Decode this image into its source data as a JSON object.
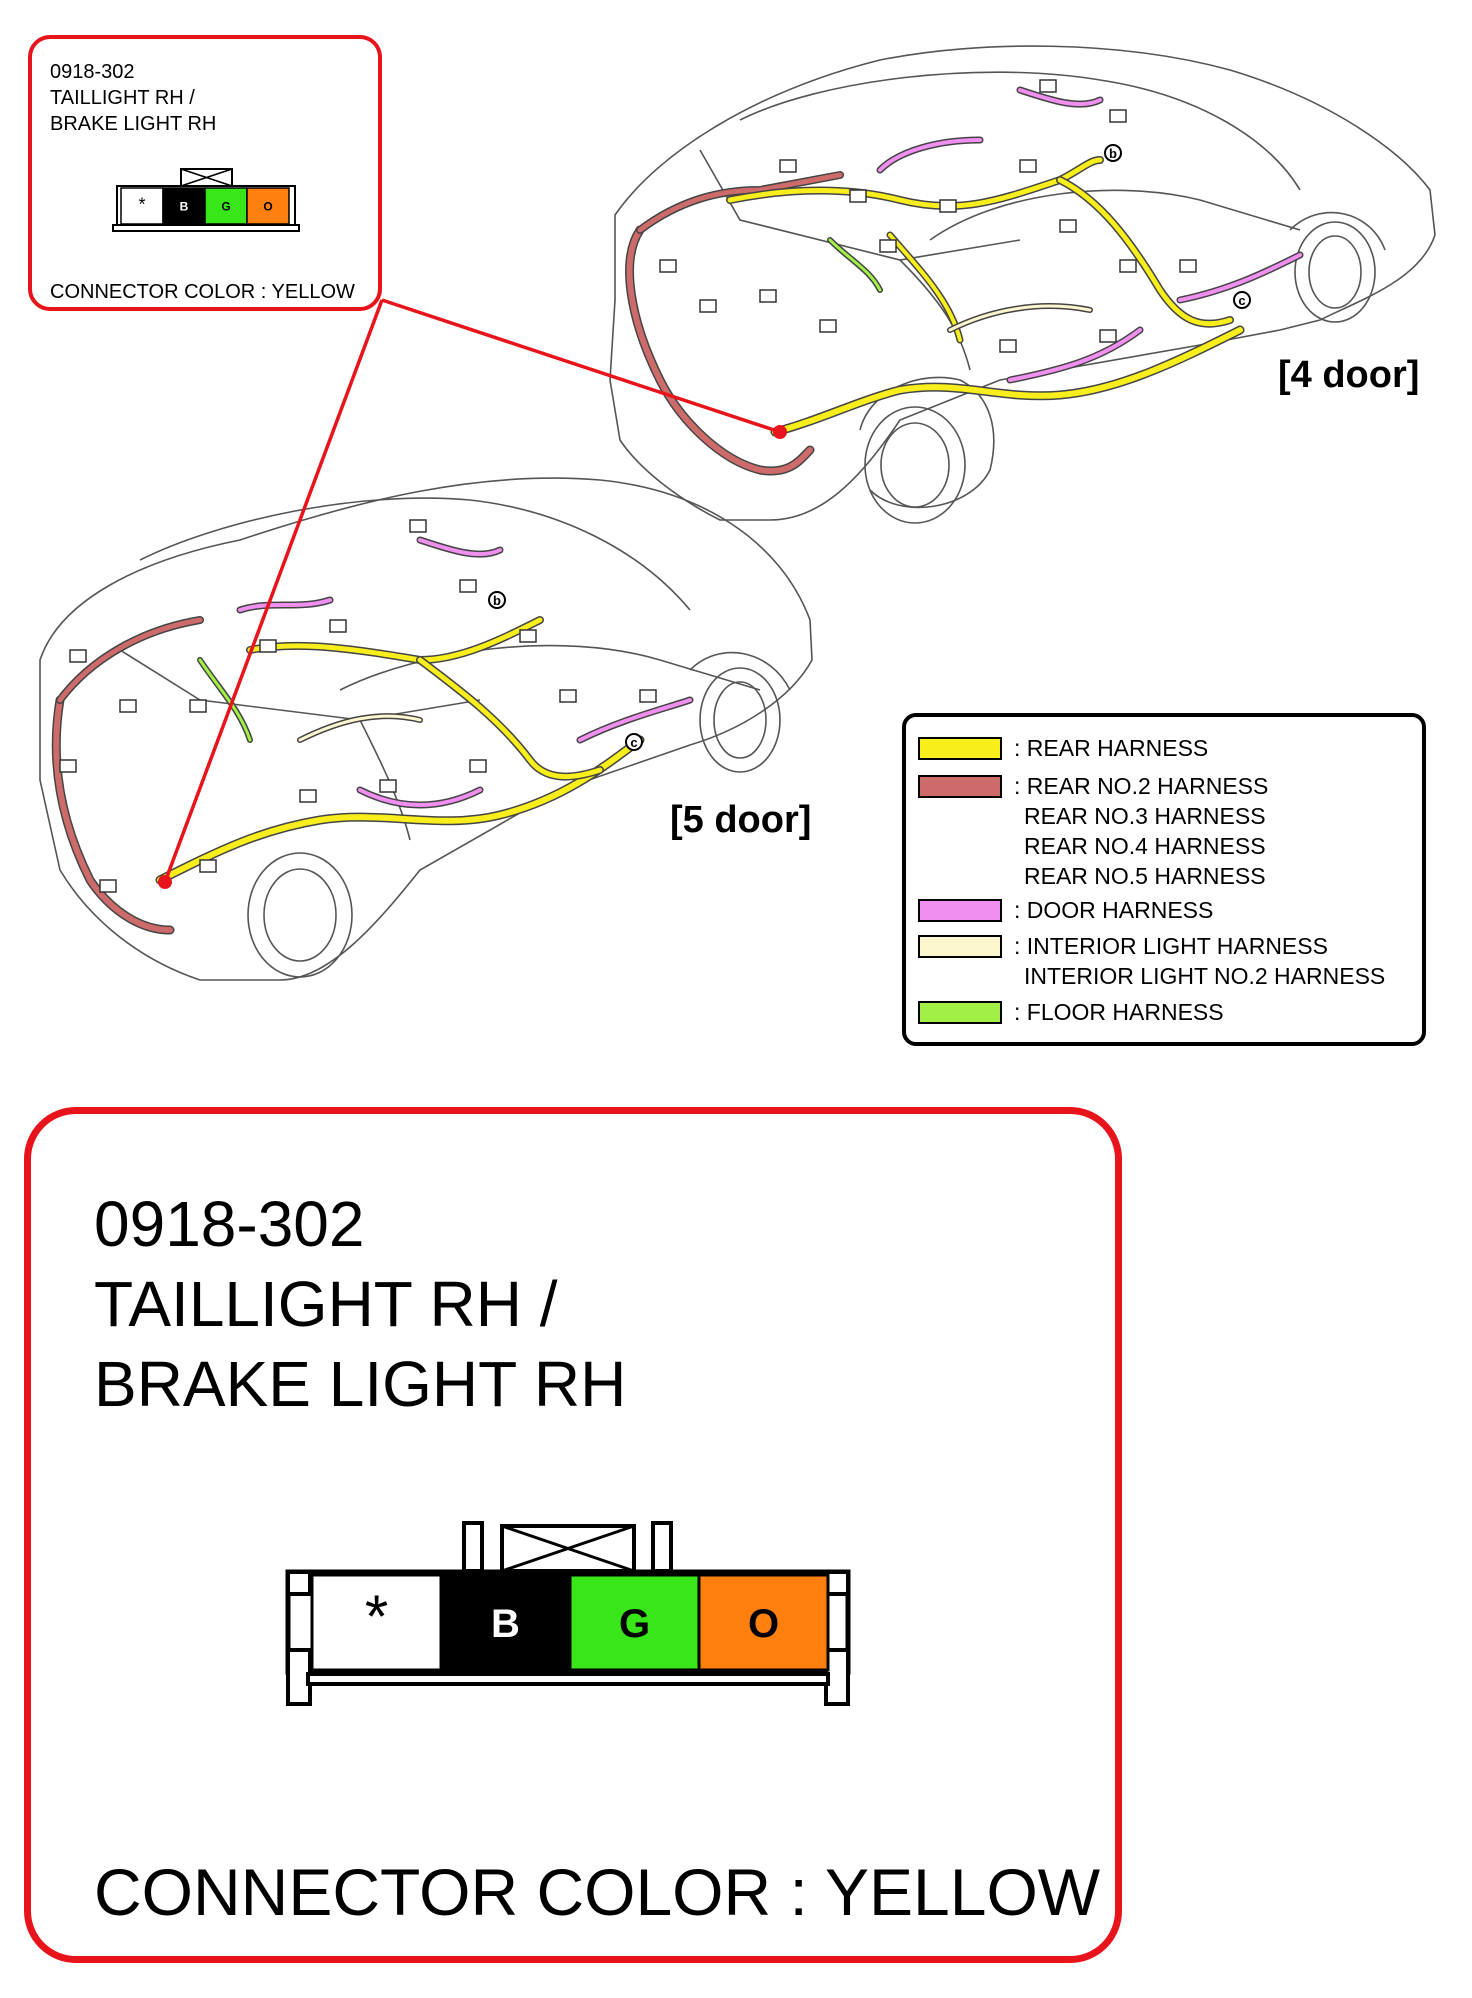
{
  "callout": {
    "code": "0918-302",
    "title_line1": "TAILLIGHT RH /",
    "title_line2": "BRAKE LIGHT RH",
    "connector_color": "CONNECTOR COLOR : YELLOW"
  },
  "connector": {
    "pins": [
      {
        "label": "*",
        "color": "#ffffff",
        "text_color": "#000000"
      },
      {
        "label": "B",
        "color": "#000000",
        "text_color": "#ffffff"
      },
      {
        "label": "G",
        "color": "#39e61a",
        "text_color": "#000000"
      },
      {
        "label": "O",
        "color": "#ff7f0f",
        "text_color": "#000000"
      }
    ]
  },
  "views": {
    "four_door": "[4 door]",
    "five_door": "[5 door]",
    "marker_b": "b",
    "marker_c": "c"
  },
  "legend": {
    "items": [
      {
        "color": "#f7ee1c",
        "lines": [
          ": REAR HARNESS"
        ]
      },
      {
        "color": "#cd6b6b",
        "lines": [
          ": REAR NO.2 HARNESS",
          "REAR NO.3 HARNESS",
          "REAR NO.4 HARNESS",
          "REAR NO.5 HARNESS"
        ]
      },
      {
        "color": "#f08ff0",
        "lines": [
          ": DOOR HARNESS"
        ]
      },
      {
        "color": "#fcf7cf",
        "lines": [
          ": INTERIOR LIGHT HARNESS",
          "INTERIOR LIGHT NO.2 HARNESS"
        ]
      },
      {
        "color": "#a2f046",
        "lines": [
          ": FLOOR HARNESS"
        ]
      }
    ]
  },
  "colors": {
    "callout_border": "#e8141b",
    "marker": "#e8141b"
  }
}
